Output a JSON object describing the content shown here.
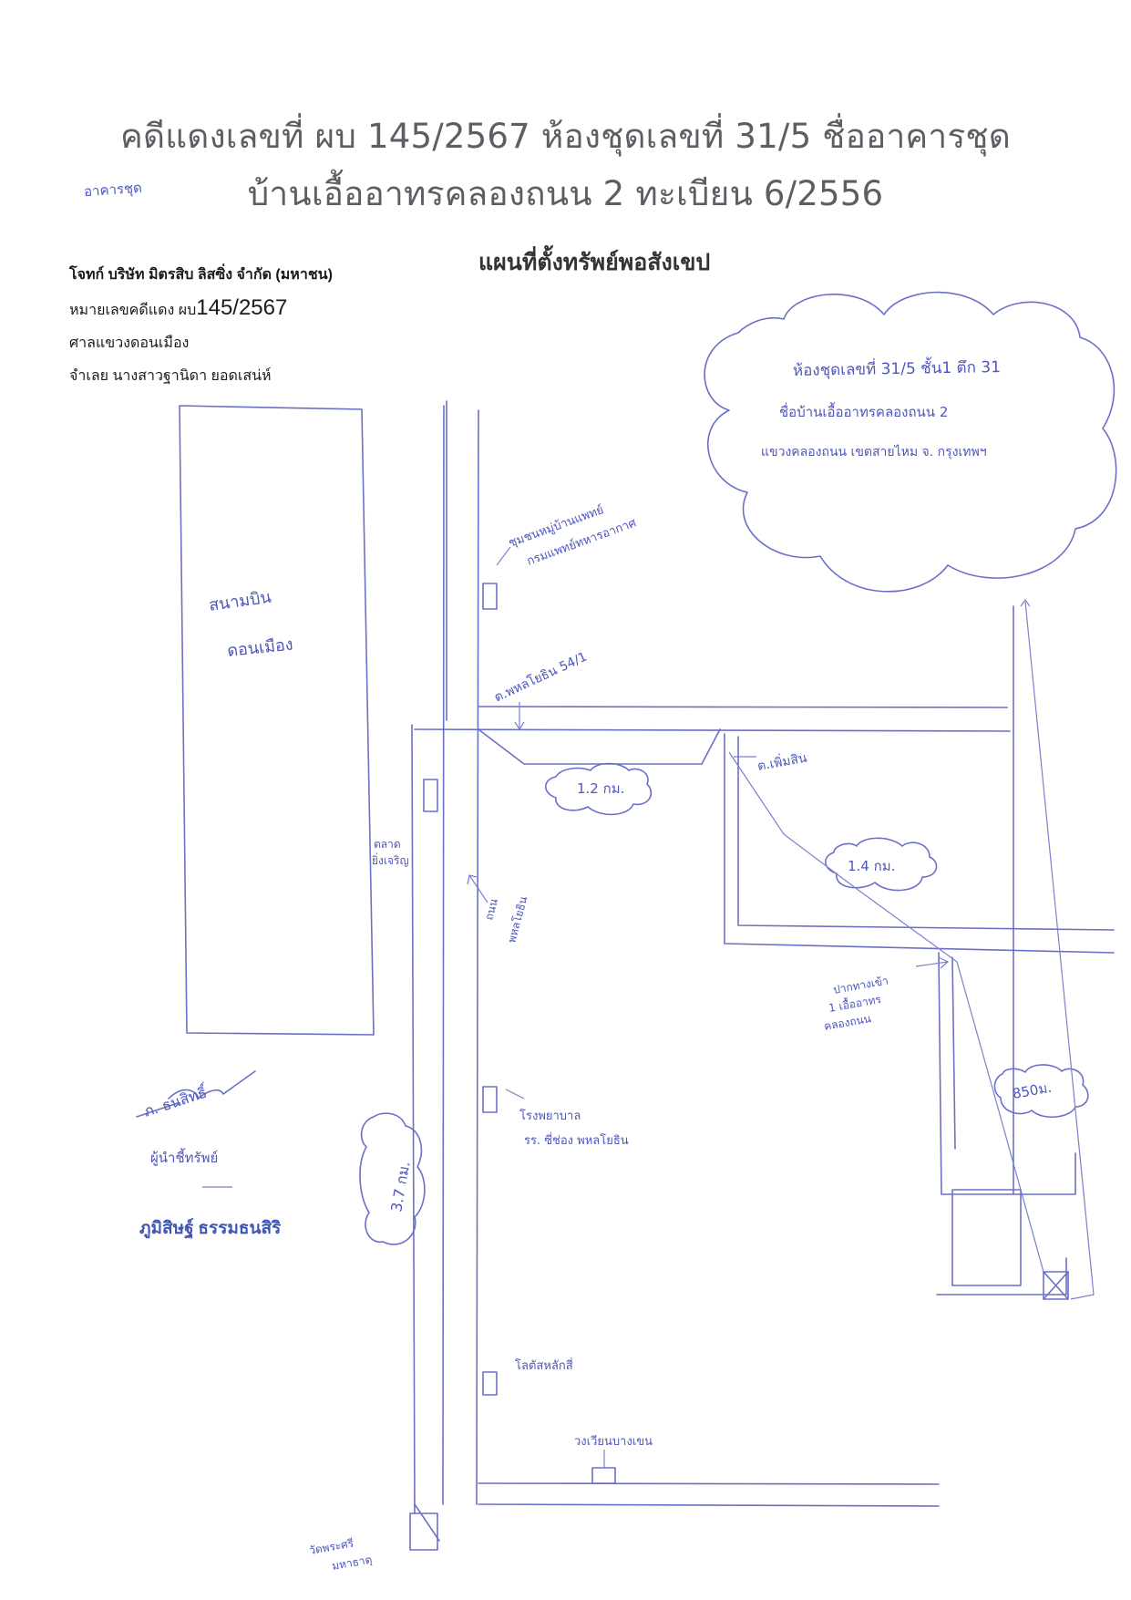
{
  "header": {
    "line1": "คดีแดงเลขที่ ผบ 145/2567 ห้องชุดเลขที่ 31/5 ชื่ออาคารชุด",
    "line2": "บ้านเอื้ออาทรคลองถนน 2 ทะเบียน 6/2556",
    "handwritten_prefix": "อาคารชุด"
  },
  "case_info": {
    "plaintiff": "โจทก์ บริษัท มิตรสิบ ลิสซิ่ง จำกัด (มหาชน)",
    "case_label": "หมายเลขคดีแดง ผบ",
    "case_number": "145/2567",
    "court": "ศาลแขวงดอนเมือง",
    "defendant": "จำเลย นางสาวฐานิดา ยอดเสน่ห์"
  },
  "map_title": "แผนที่ตั้งทรัพย์พอสังเขป",
  "annotations": {
    "cloud_address_1": "ห้องชุดเลขที่ 31/5 ชั้น1 ตึก 31",
    "cloud_address_2": "ชื่อบ้านเอื้ออาทรคลองถนน 2",
    "cloud_address_3": "แขวงคลองถนน เขตสายไหม จ. กรุงเทพฯ",
    "building_left": "สนามบิน",
    "building_left_2": "ดอนเมือง",
    "landmark_top": "ชุมชนหมู่บ้านแพทย์",
    "landmark_top_2": "กรมแพทย์ทหารอากาศ",
    "soi_label": "ต.พหลโยธิน 54/1",
    "dist_1": "1.2 กม.",
    "dist_2": "1.4 กม.",
    "dist_3": "3.7 กม.",
    "dist_4": "850ม.",
    "soi_right": "ต.เพิ่มสิน",
    "market": "ตลาด",
    "market_2": "ยิ่งเจริญ",
    "road_label": "ถนน",
    "road_label_2": "พหลโยธิน",
    "entrance_1": "ปากทางเข้า",
    "entrance_2": "1 เอื้ออาทร",
    "entrance_3": "คลองถนน",
    "hospital": "โรงพยาบาล",
    "hospital_2": "รร. ซี่ช่อง พหลโยธิน",
    "lotus": "โลตัสหลักสี่",
    "monument": "วงเวียนบางเขน",
    "bottom_label": "วัดพระศรี",
    "bottom_label_2": "มหาธาตุ"
  },
  "signature": {
    "scribble": "ภ. ธนสิทธิ์",
    "role": "ผู้นำชี้ทรัพย์",
    "name": "ภูมิสิษฐ์ ธรรมธนสิริ"
  }
}
